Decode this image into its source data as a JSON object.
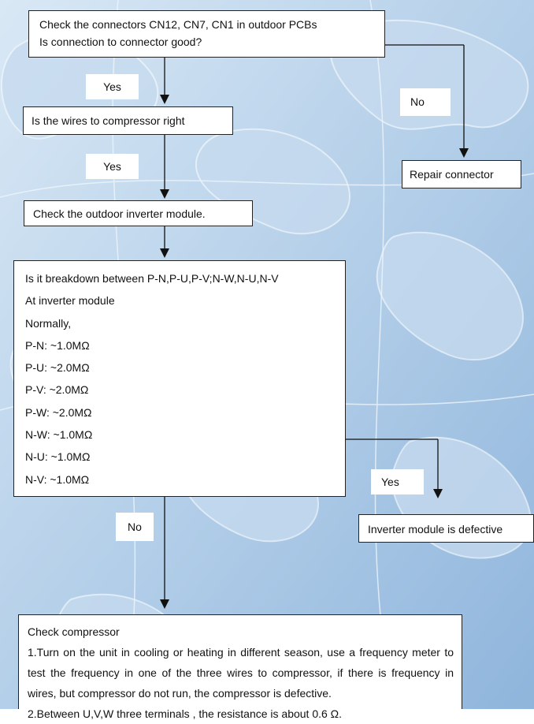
{
  "nodes": {
    "check_connectors": {
      "lines": [
        "Check the connectors CN12, CN7, CN1 in outdoor PCBs",
        "Is connection to connector good?"
      ]
    },
    "wires_compressor": {
      "text": "Is the wires to compressor right"
    },
    "repair_connector": {
      "text": "Repair connector"
    },
    "check_inverter": {
      "text": "Check the outdoor inverter module."
    },
    "breakdown": {
      "lines": [
        "Is it breakdown between P-N,P-U,P-V;N-W,N-U,N-V",
        "At inverter module",
        "Normally,",
        "P-N: ~1.0MΩ",
        "P-U: ~2.0MΩ",
        "P-V: ~2.0MΩ",
        "P-W: ~2.0MΩ",
        "N-W: ~1.0MΩ",
        "N-U: ~1.0MΩ",
        "N-V: ~1.0MΩ"
      ]
    },
    "inverter_defective": {
      "text": "Inverter module is defective"
    },
    "check_compressor": {
      "title": "Check compressor",
      "item1": "1.Turn on the unit in cooling or heating in different season, use a frequency meter to test the frequency in one of the three wires to compressor, if there is frequency in wires, but compressor do not run, the compressor is defective.",
      "item2": "2.Between U,V,W three terminals , the resistance is about 0.6 Ω."
    }
  },
  "edge_labels": {
    "yes_1": "Yes",
    "no_1": "No",
    "yes_2": "Yes",
    "yes_3": "Yes",
    "no_2": "No"
  },
  "colors": {
    "background_light": "#d6e6f4",
    "background_mid": "#a9c8e6",
    "background_dark": "#7aa6d4",
    "line": "#111111"
  }
}
